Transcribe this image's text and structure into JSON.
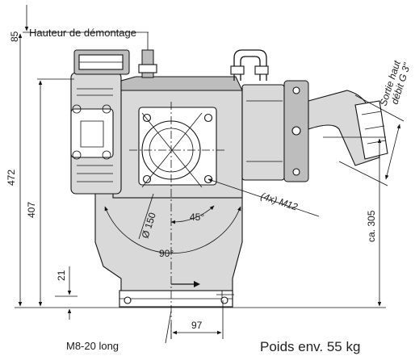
{
  "labels": {
    "demontage": "Hauteur de démontage",
    "sortie_line1": "Sortie haut",
    "sortie_line2": "débit G 3\"",
    "bolts": "(4x) M12",
    "fixing": "M8-20 long",
    "weight": "Poids env. 55 kg"
  },
  "dimensions": {
    "d85": "85",
    "d472": "472",
    "d407": "407",
    "d21": "21",
    "d305": "ca. 305",
    "d150": "Ø 150",
    "a45": "45°",
    "a90": "90°",
    "d97": "97"
  }
}
